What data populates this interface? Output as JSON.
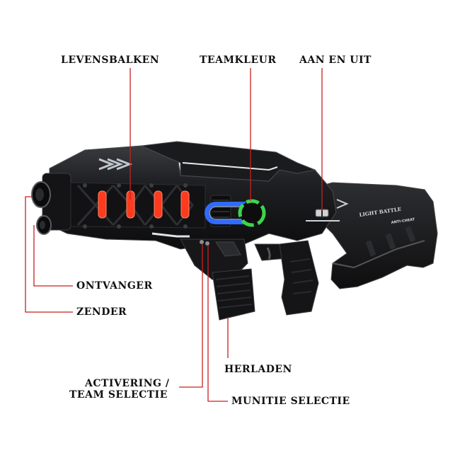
{
  "labels": {
    "levensbalken": "LEVENSBALKEN",
    "teamkleur": "TEAMKLEUR",
    "aan_en_uit": "AAN EN UIT",
    "ontvanger": "ONTVANGER",
    "zender": "ZENDER",
    "herladen": "HERLADEN",
    "activering_line1": "ACTIVERING /",
    "activering_line2": "TEAM SELECTIE",
    "munitie_selectie": "MUNITIE SELECTIE"
  },
  "gun": {
    "side_text": "LIGHT BATTLE",
    "side_subtext": "ANTI-CHEAT"
  },
  "colors": {
    "leader_line": "#c8201f",
    "gun_body": "#1b1c1e",
    "gun_dark": "#0b0b0c",
    "gun_edge": "#3a3b3e",
    "health_bar": "#ff3a1e",
    "team_blue": "#2f6bff",
    "team_green": "#3cd64a"
  }
}
